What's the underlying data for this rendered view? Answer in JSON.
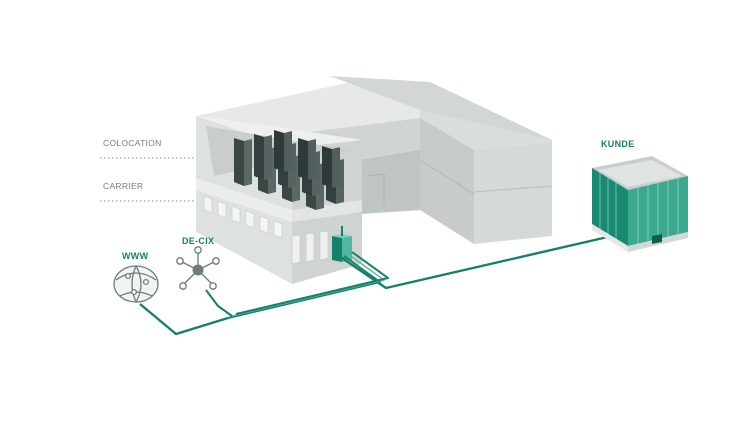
{
  "labels": {
    "colocation": "COLOCATION",
    "carrier": "CARRIER",
    "www": "WWW",
    "decix": "DE-CIX",
    "kunde": "KUNDE"
  },
  "icons": {
    "globe": "globe-network-icon",
    "exchange": "network-hub-icon"
  },
  "colors": {
    "accent": "#17806a",
    "accent_light": "#4fb89e",
    "building_light": "#e3e6e5",
    "building_mid": "#cfd3d2",
    "building_dark": "#b4bab8",
    "rack": "#3b4645",
    "text_grey": "#7a7a7a"
  }
}
